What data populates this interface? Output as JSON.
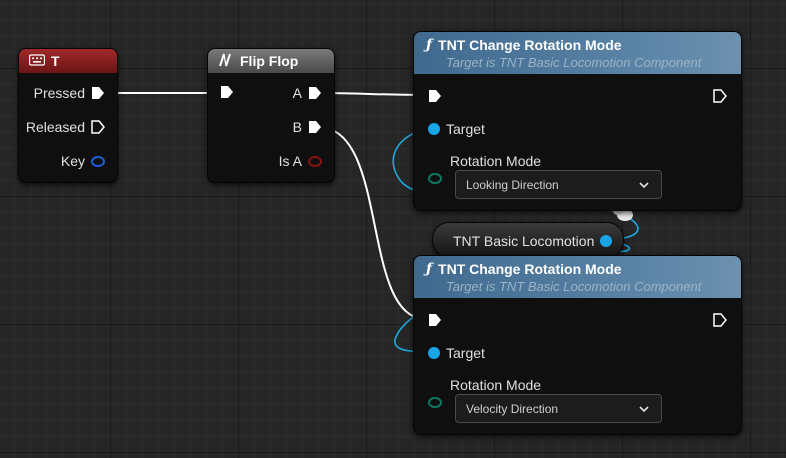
{
  "key_event": {
    "title": "T",
    "icon": "keyboard-icon",
    "header_color": "#8c1f1f",
    "pins": {
      "pressed": "Pressed",
      "released": "Released",
      "key": "Key"
    }
  },
  "flip_flop": {
    "title": "Flip Flop",
    "icon": "flip-flop-icon",
    "pins": {
      "a": "A",
      "b": "B",
      "is_a": "Is A"
    }
  },
  "function_node_1": {
    "title": "TNT Change Rotation Mode",
    "subtitle": "Target is TNT Basic Locomotion Component",
    "icon": "function-icon",
    "pins": {
      "target": "Target",
      "rotation_mode": "Rotation Mode"
    },
    "rotation_mode_value": "Looking Direction"
  },
  "function_node_2": {
    "title": "TNT Change Rotation Mode",
    "subtitle": "Target is TNT Basic Locomotion Component",
    "icon": "function-icon",
    "pins": {
      "target": "Target",
      "rotation_mode": "Rotation Mode"
    },
    "rotation_mode_value": "Velocity Direction"
  },
  "variable_node": {
    "label": "TNT Basic Locomotion"
  },
  "colors": {
    "function_header": "#4a6e8c",
    "object_pin": "#19a4e8",
    "bool_pin": "#8c1212",
    "enum_pin": "#0a6e5a",
    "exec_wire": "#ffffff"
  }
}
